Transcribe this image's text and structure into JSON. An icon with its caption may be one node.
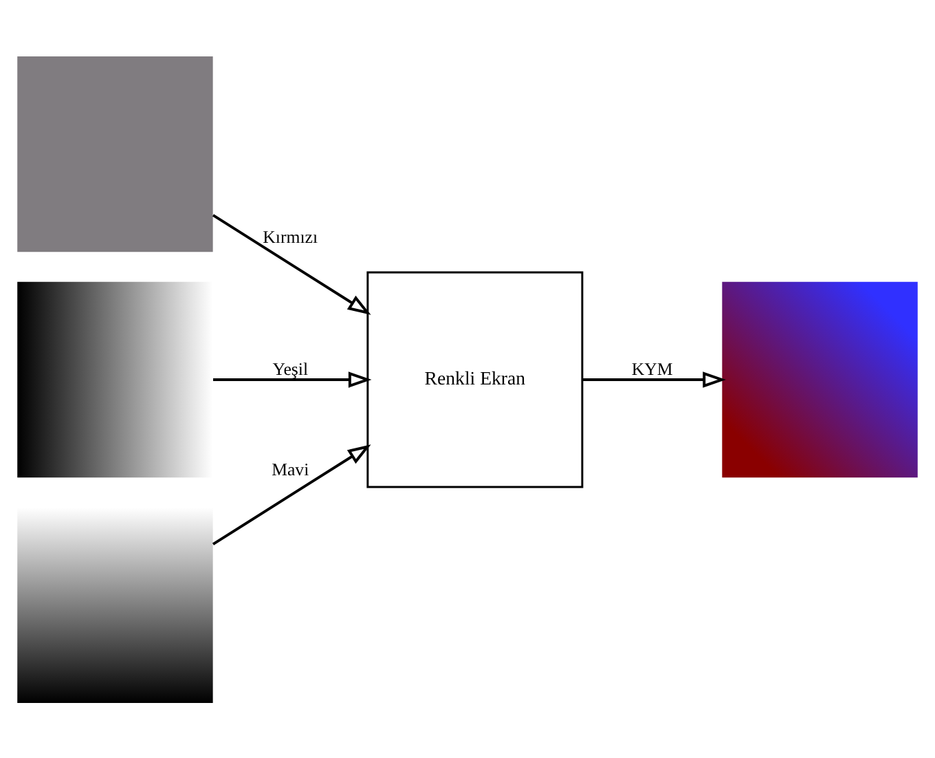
{
  "diagram": {
    "nodes": [
      {
        "text": [],
        "shape": "box"
      },
      {
        "text": [],
        "shape": "box"
      },
      {
        "text": [],
        "shape": "box"
      },
      {
        "text": [
          "Renkli Ekran"
        ]
      },
      {
        "text": [],
        "shape": "box"
      }
    ],
    "edges": [
      {
        "from": 0,
        "to": 3,
        "arrow": "to",
        "label": "Kırmızı"
      },
      {
        "from": 1,
        "to": 3,
        "arrow": "to",
        "label": "Yeşil"
      },
      {
        "from": 2,
        "to": 3,
        "arrow": "to",
        "label": "Mavi"
      },
      {
        "from": 3,
        "to": 4,
        "arrow": "to",
        "label": "KYM"
      }
    ]
  }
}
